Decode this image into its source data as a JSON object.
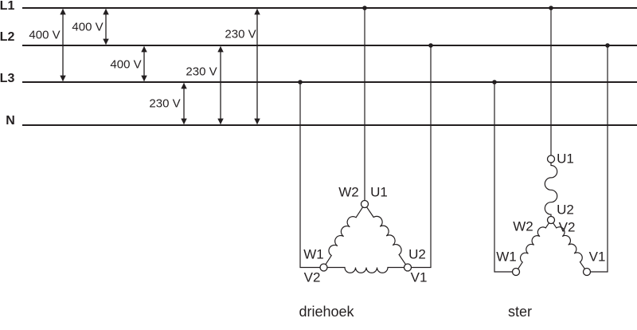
{
  "diagram": {
    "bus": {
      "l1": "L1",
      "l2": "L2",
      "l3": "L3",
      "n": "N"
    },
    "voltages": {
      "line_line_l1_l3": "400 V",
      "line_line_l1_l2": "400 V",
      "line_line_l2_l3": "400 V",
      "line_neutral_l3": "230 V",
      "line_neutral_l2": "230 V",
      "line_neutral_l1": "230 V"
    },
    "delta": {
      "caption": "driehoek",
      "apex_left": "W2",
      "apex_right": "U1",
      "bottom_left_upper": "W1",
      "bottom_left_lower": "V2",
      "bottom_right_upper": "U2",
      "bottom_right_lower": "V1"
    },
    "star": {
      "caption": "ster",
      "top": "U1",
      "center_upper": "U2",
      "center_left": "W2",
      "center_right": "V2",
      "bottom_left": "W1",
      "bottom_right": "V1"
    }
  }
}
